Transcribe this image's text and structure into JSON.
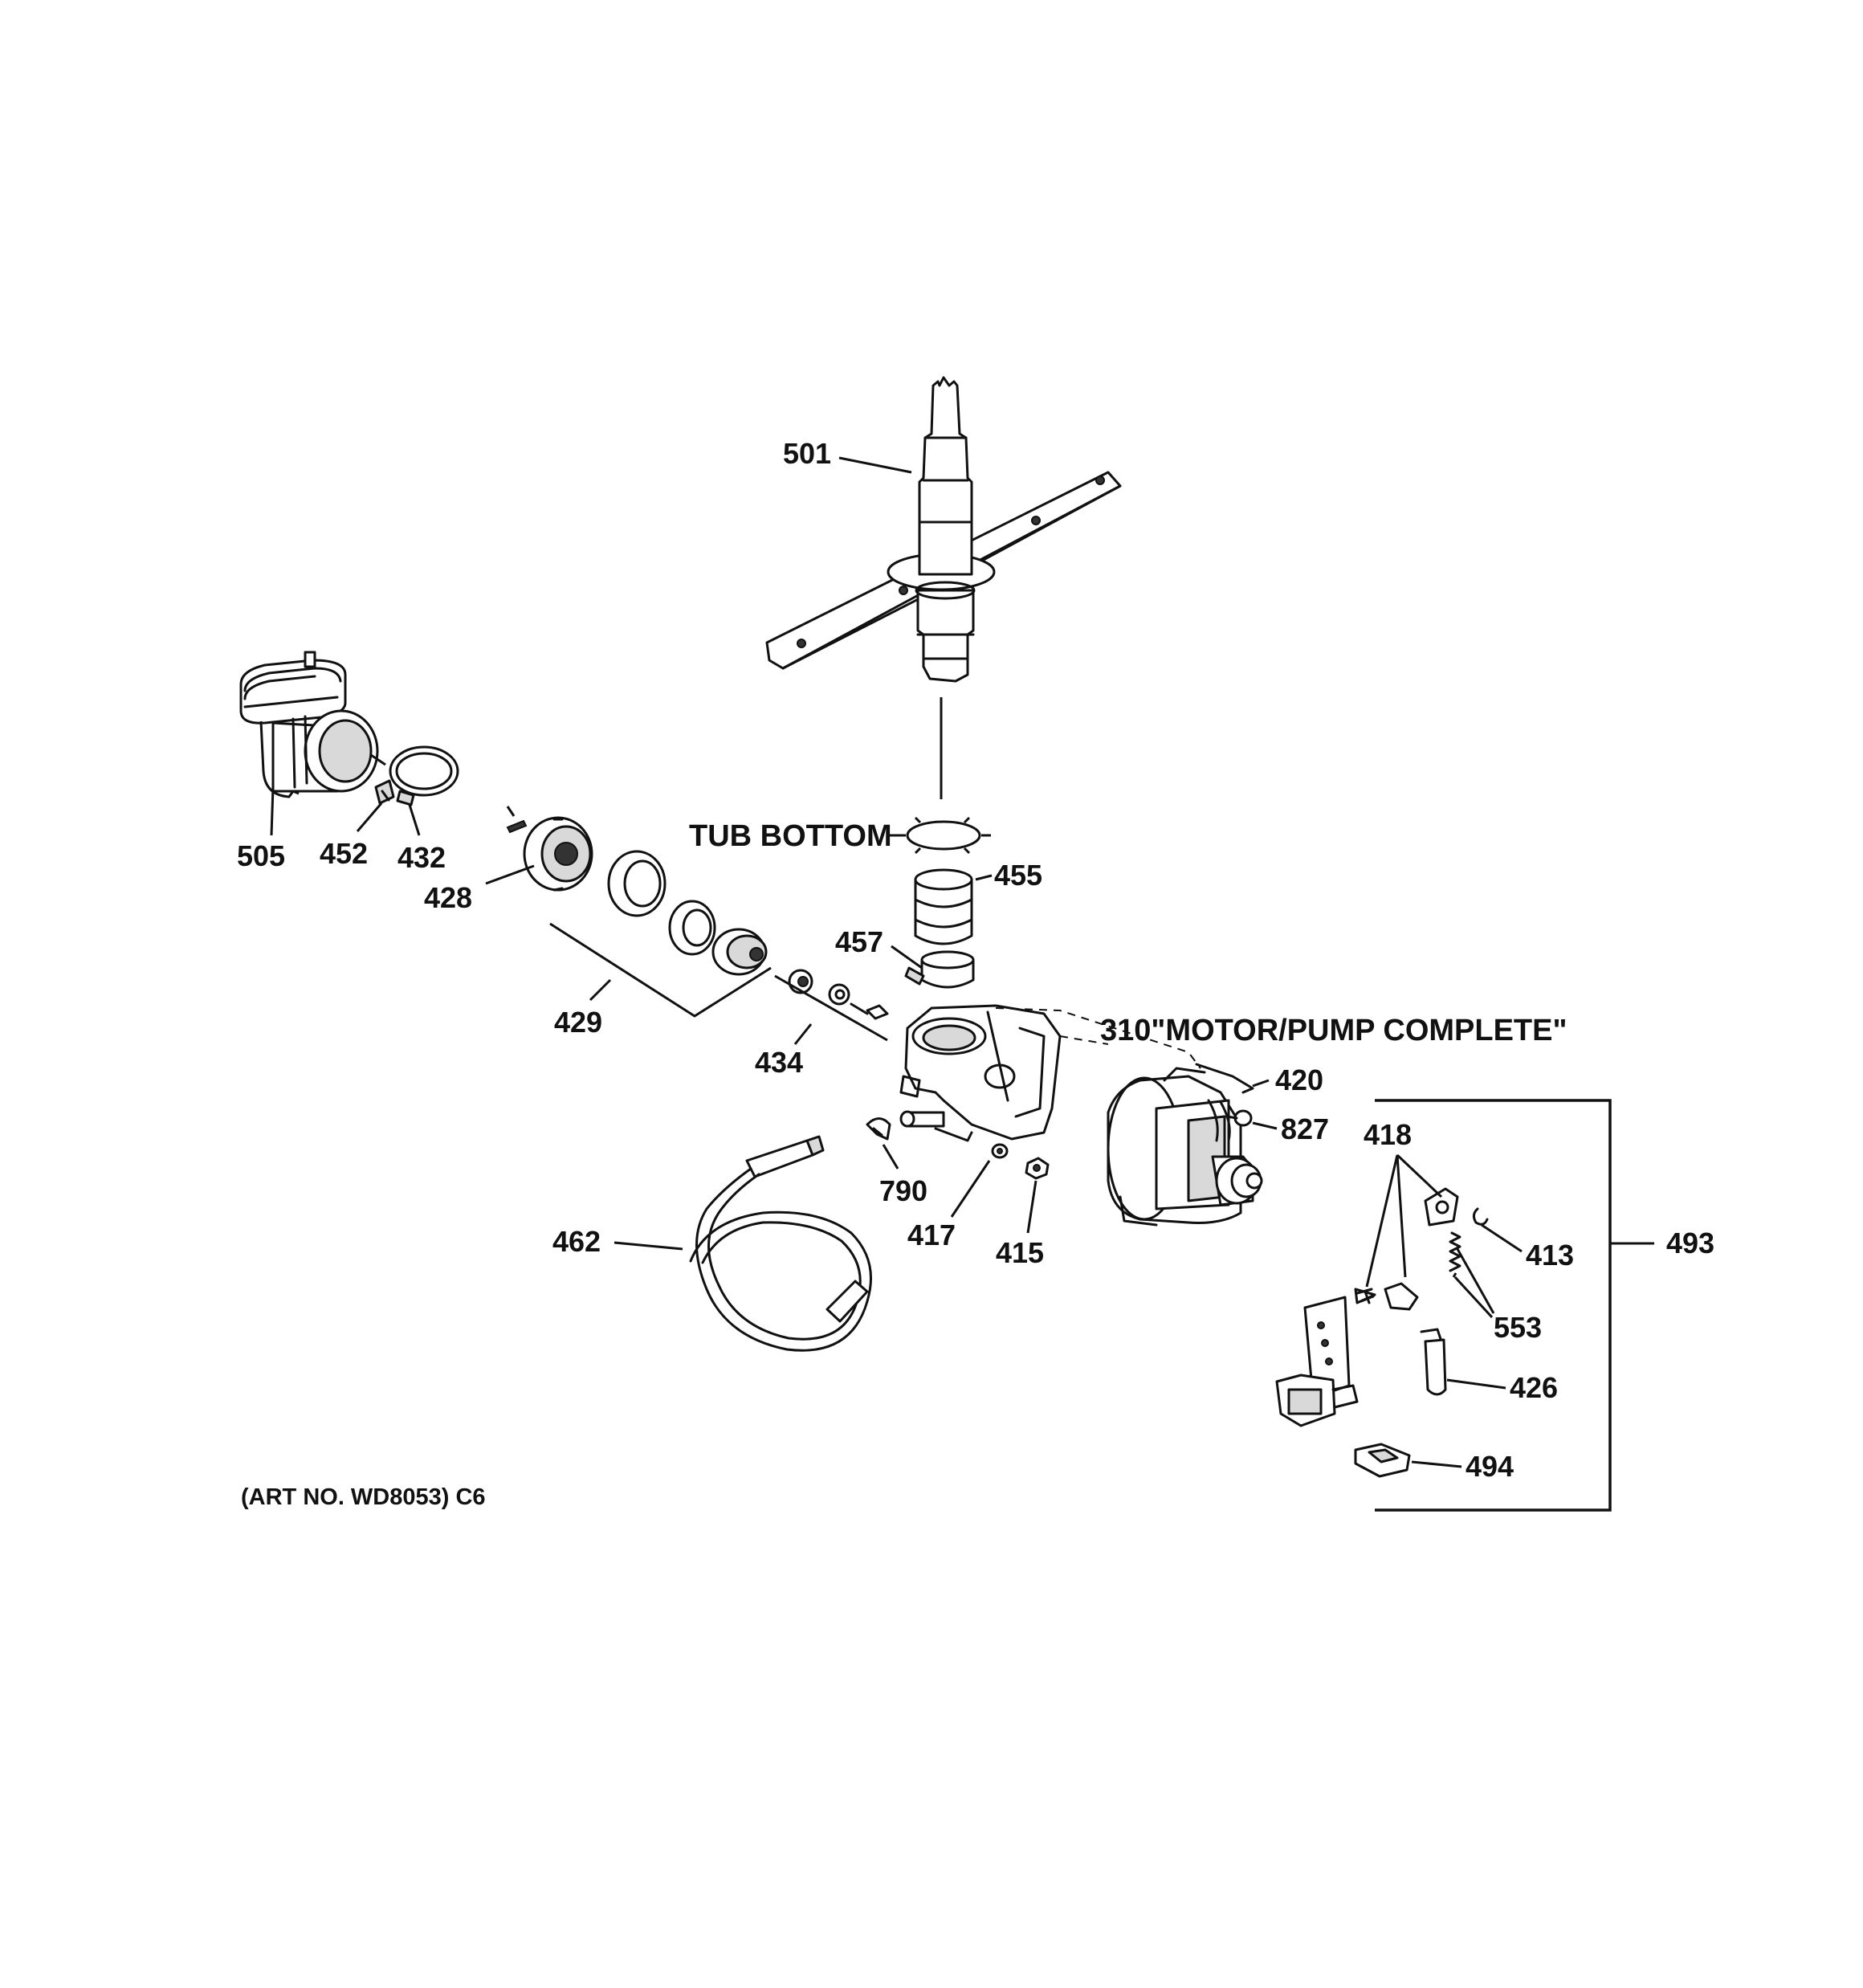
{
  "diagram": {
    "art_number": "(ART NO. WD8053) C6",
    "callouts": {
      "tub_bottom": "TUB BOTTOM",
      "motor_pump_complete": "310\"MOTOR/PUMP COMPLETE\""
    },
    "part_numbers": {
      "p501": "501",
      "p505": "505",
      "p452": "452",
      "p432": "432",
      "p428": "428",
      "p429": "429",
      "p455": "455",
      "p457": "457",
      "p434": "434",
      "p420": "420",
      "p827": "827",
      "p790": "790",
      "p417": "417",
      "p415": "415",
      "p462": "462",
      "p418": "418",
      "p413": "413",
      "p493": "493",
      "p553": "553",
      "p426": "426",
      "p494": "494"
    }
  }
}
